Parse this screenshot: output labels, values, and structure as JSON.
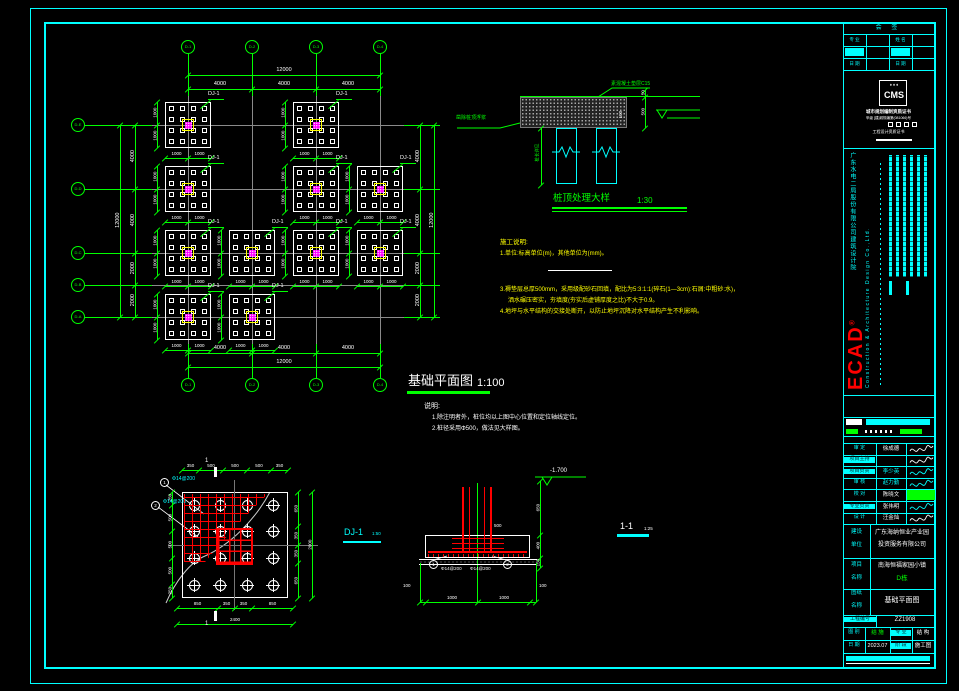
{
  "plan": {
    "title": "基础平面图",
    "scale": "1:100",
    "axes_top": [
      "D-1",
      "D-2",
      "D-3",
      "D-4"
    ],
    "axes_bottom": [
      "D-1",
      "D-2",
      "D-3",
      "D-4"
    ],
    "axes_left": [
      "D-E",
      "D-D",
      "D-C",
      "D-B",
      "D-A"
    ],
    "overall_width": "12000",
    "overall_height": "12000",
    "col_dims": [
      "4000",
      "4000",
      "4000"
    ],
    "row_dims": [
      "4000",
      "4000",
      "2000",
      "2000"
    ],
    "cap_label": "DJ-1",
    "cap_dims": [
      "1000",
      "1000"
    ],
    "caps": [
      [
        0,
        0
      ],
      [
        0,
        2
      ],
      [
        1,
        0
      ],
      [
        1,
        2
      ],
      [
        1,
        3
      ],
      [
        2,
        0
      ],
      [
        2,
        1
      ],
      [
        2,
        2
      ],
      [
        2,
        3
      ],
      [
        4,
        0
      ],
      [
        4,
        1
      ]
    ]
  },
  "pile_detail": {
    "title": "桩顶处理大样",
    "scale": "1:30",
    "leader_top": "素混凝土垫层C15",
    "leader_left": "凿除桩顶浮浆",
    "pile_len": "桩长详见",
    "dims": [
      "50",
      "500"
    ],
    "dim_100": "100"
  },
  "notes_yellow": {
    "title": "施工说明:",
    "lines": [
      "1.单位:标高单位(m)，其他单位为(mm)。",
      "3.褥垫层总厚500mm，采用级配砂石回填，配比为5:3:1:1(碎石(1—3cm):石屑:中粗砂:水)，",
      "洒水碾压密实，夯填度(夯实后虚铺厚度之比)不大于0.9。",
      "4.地坪与水平结构的交接处断开，以防止地坪沉降对水平结构产生不利影响。"
    ]
  },
  "notes_white": {
    "title": "说明:",
    "lines": [
      "1.除注明者外，桩位均以上图中心位置和定位轴线定位。",
      "2.桩径采用Φ500，做法见大样图。"
    ]
  },
  "dj1": {
    "label": "DJ-1",
    "scale": "1:50",
    "top_dims": [
      "350",
      "500",
      "500",
      "500",
      "350"
    ],
    "left_dims": [
      "250",
      "500",
      "500",
      "500",
      "250"
    ],
    "right_dims": [
      "650",
      "350",
      "350",
      "650"
    ],
    "right_overall": "2000",
    "bottom_dims": [
      "850",
      "350",
      "350",
      "850"
    ],
    "bottom_overall": "2400",
    "cut_mark": "1",
    "bars": [
      {
        "no": "1",
        "text": "Φ14@200"
      },
      {
        "no": "2",
        "text": "Φ14@200"
      }
    ]
  },
  "sec11": {
    "label": "1-1",
    "scale": "1:25",
    "level": "-1.700",
    "right_dims": [
      "650",
      "400",
      "150"
    ],
    "bottom_dims": [
      "100",
      "1000",
      "1000",
      "100"
    ],
    "col_dim": "500",
    "bars": [
      {
        "no": "1",
        "text": "Φ14@200"
      },
      {
        "no": "2",
        "text": "Φ14@200"
      }
    ]
  },
  "titleblock": {
    "huiqian": {
      "title": "会 签",
      "c1": "专 业",
      "c2": "姓 名",
      "c3": "日 期",
      "c4": "日 期"
    },
    "agency": {
      "seal_glyphs": "♦ ♦ ♦",
      "seal_text": "CMS",
      "line1": "城市规划编制资质证书",
      "line2": "甲级 [建]城规编第(081066)号",
      "line3": "工程设计资质证书"
    },
    "company": {
      "name_cn": "广东水电二局股份有限公司建筑设计院",
      "name_en": "Construction & Architecture Design Co.,Ltd.",
      "logo": "ECAD",
      "reg": "®"
    },
    "signs": {
      "rows": [
        {
          "label": "审 定",
          "name": "徐成德",
          "hi": false,
          "name_color": "#ffffff",
          "sig": "#ffffff",
          "sig_hi": false
        },
        {
          "label": "项目主持",
          "name": "",
          "hi": true,
          "name_color": "#ffffff",
          "sig": "#ffffff",
          "sig_hi": false
        },
        {
          "label": "项目负责",
          "name": "李少英",
          "hi": true,
          "name_color": "#00ffff",
          "sig": "#00ffff",
          "sig_hi": false
        },
        {
          "label": "审 核",
          "name": "赵力勤",
          "hi": false,
          "name_color": "#00ffff",
          "sig": "#00ffff",
          "sig_hi": false
        },
        {
          "label": "校 对",
          "name": "陈晓文",
          "hi": false,
          "name_color": "#ffffff",
          "sig": "#013301",
          "sig_hi": true
        },
        {
          "label": "专业负责",
          "name": "张伟明",
          "hi": true,
          "name_color": "#ffffff",
          "sig": "#00ffff",
          "sig_hi": false
        },
        {
          "label": "设 计",
          "name": "汪金灿",
          "hi": false,
          "name_color": "#ffffff",
          "sig": "#ffffff",
          "sig_hi": false
        }
      ]
    },
    "owner": {
      "label": "建设单位",
      "line1": "广东海纳恒业产业园",
      "line2": "投资服务有限公司"
    },
    "project": {
      "label": "项目名称",
      "line1": "南海恒福家园小镇",
      "line2": "D栋"
    },
    "drawing": {
      "label": "图纸名称",
      "value": "基础平面图"
    },
    "jobno": {
      "label": "工程编号",
      "value": "ZZ1908"
    },
    "meta_row1": {
      "l1": "图 别",
      "v1": "结 施",
      "l2": "专 业",
      "v2": "结 构"
    },
    "meta_row2": {
      "l1": "日 期",
      "v1": "2023.07",
      "l2": "阶 段",
      "v2": "施工图"
    }
  },
  "colors": {
    "axis_green": "#00ff00",
    "frame_cyan": "#00ffff",
    "dim_text": "#ffffff",
    "rebar_red": "#ff0000",
    "column_magenta": "#ff00ff",
    "notes_yellow": "#ffff00",
    "grid_gray": "#8a8a8a"
  }
}
